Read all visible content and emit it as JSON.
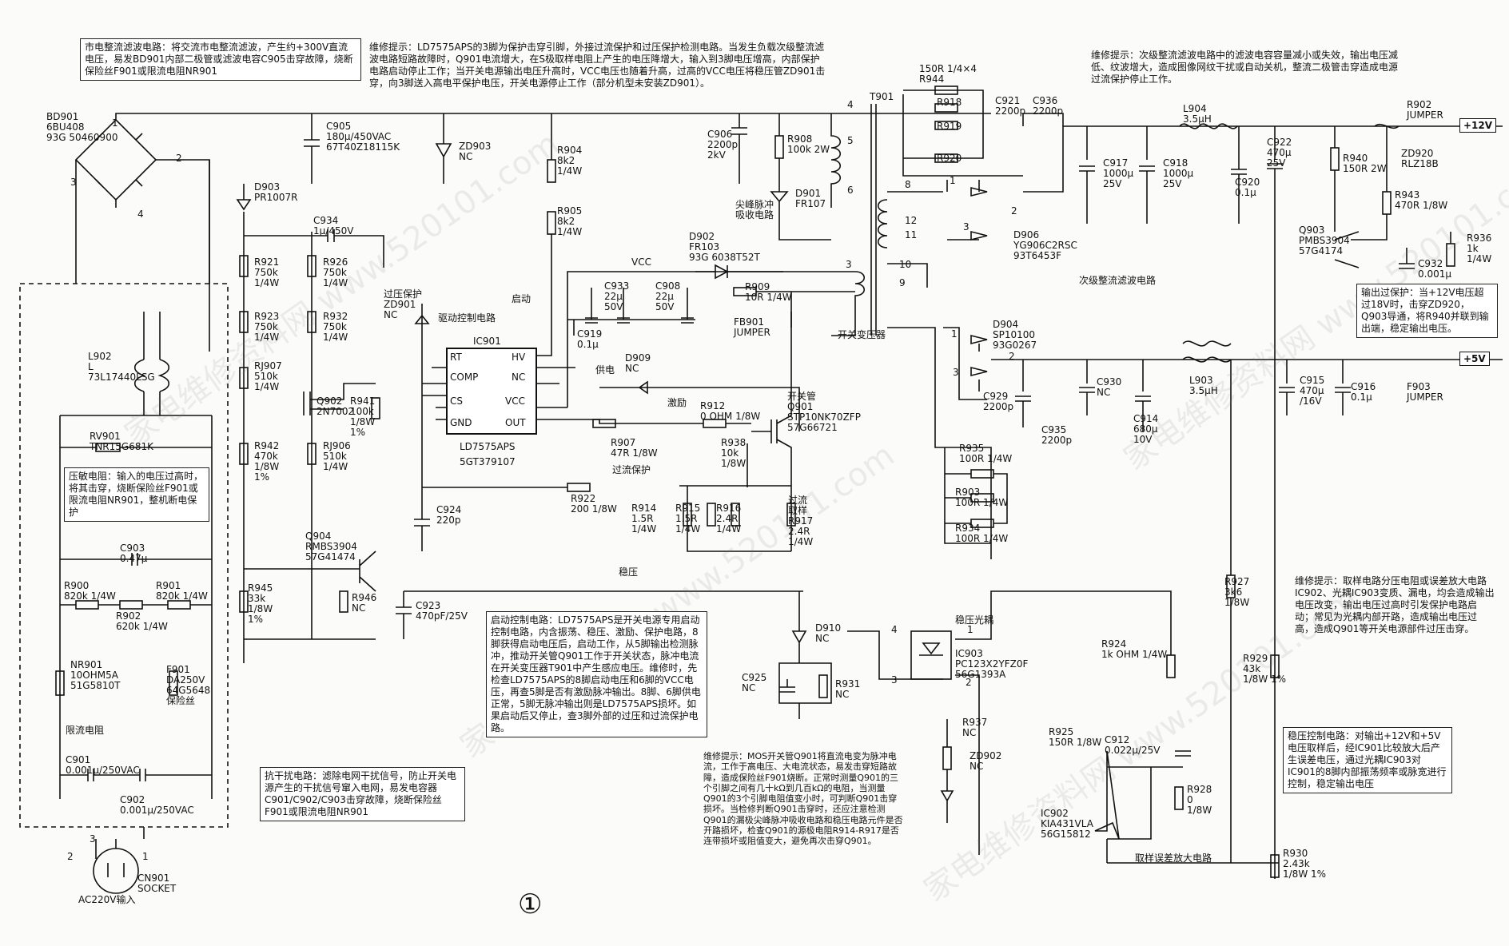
{
  "notes": {
    "mains": "市电整流滤波电路：将交流市电整流滤波，产生约+300V直流电压，易发BD901内部二极管或滤波电容C905击穿故障，烧断保险丝F901或限流电阻NR901",
    "overvolt": "维修提示：LD7575APS的3脚为保护击穿引脚，外接过流保护和过压保护检测电路。当发生负载次级整流滤波电路短路故障时，Q901电流增大，在S极取样电阻上产生的电压降增大，输入到3脚电压增高，内部保护电路启动停止工作；当开关电源输出电压升高时，VCC电压也随着升高，过高的VCC电压将稳压管ZD901击穿，向3脚送入高电平保护电压，开关电源停止工作（部分机型未安装ZD901）。",
    "secondary": "维修提示：次级整流滤波电路中的滤波电容容量减小或失效，输出电压减低、纹波增大，造成图像网纹干扰或自动关机，整流二极管击穿造成电源过流保护停止工作。",
    "varistor": "压敏电阻：输入的电压过高时，将其击穿，烧断保险丝F901或限流电阻NR901，整机断电保护",
    "interference": "抗干扰电路：滤除电网干扰信号，防止开关电源产生的干扰信号窜入电网，易发电容器C901/C902/C903击穿故障，烧断保险丝F901或限流电阻NR901",
    "startup": "启动控制电路：LD7575APS是开关电源专用启动控制电路，内含振荡、稳压、激励、保护电路，8脚获得启动电压后，启动工作，从5脚输出检测脉冲，推动开关管Q901工作于开关状态，脉冲电流在开关变压器T901中产生感应电压。维修时，先检查LD7575APS的8脚启动电压和6脚的VCC电压，再查5脚是否有激励脉冲输出。8脚、6脚供电正常，5脚无脉冲输出则是LD7575APS损坏。如果启动后又停止，查3脚外部的过压和过流保护电路。",
    "mos": "维修提示：MOS开关管Q901将直流电变为脉冲电流，工作于高电压、大电流状态，易发击穿短路故障，造成保险丝F901烧断。正常时测量Q901的三个引脚之间有几十kΩ到几百kΩ的电阻，当测量Q901的3个引脚电阻值变小时，可判断Q901击穿损坏。当检修判断Q901击穿时，还应注意检测Q901的漏极尖峰脉冲吸收电路和稳压电路元件是否开路损坏，检查Q901的源极电阻R914-R917是否连带损坏或阻值变大，避免再次击穿Q901。",
    "sampling": "维修提示：取样电路分压电阻或误差放大电路IC902、光耦IC903变质、漏电，均会造成输出电压改变，输出电压过高时引发保护电路启动；常见为光耦内部开路，造成输出电压过高，造成Q901等开关电源部件过压击穿。",
    "ovp12": "输出过保护：当+12V电压超过18V时，击穿ZD920，Q903导通，将R940并联到输出端，稳定输出电压。",
    "regctrl": "稳压控制电路：对输出+12V和+5V电压取样后，经IC901比较放大后产生误差电压，通过光耦IC903对IC901的8脚内部振荡频率或脉宽进行控制，稳定输出电压"
  },
  "outputs": {
    "v12": "+12V",
    "v5": "+5V"
  },
  "ic901": {
    "name": "IC901",
    "part": "LD7575APS",
    "code": "5GT379107",
    "pins_left": [
      "RT",
      "COMP",
      "CS",
      "GND"
    ],
    "pins_right": [
      "HV",
      "NC",
      "VCC",
      "OUT"
    ]
  },
  "labels": [
    {
      "id": "bd901",
      "t": "BD901\n6BU408\n93G 50460900"
    },
    {
      "id": "c905",
      "t": "C905\n180μ/450VAC\n67T40Z18115K"
    },
    {
      "id": "zd903",
      "t": "ZD903\nNC"
    },
    {
      "id": "d903",
      "t": "D903\nPR1007R"
    },
    {
      "id": "c934",
      "t": "C934\n1μ/450V"
    },
    {
      "id": "r921",
      "t": "R921\n750k\n1/4W"
    },
    {
      "id": "r926",
      "t": "R926\n750k\n1/4W"
    },
    {
      "id": "r923",
      "t": "R923\n750k\n1/4W"
    },
    {
      "id": "r932",
      "t": "R932\n750k\n1/4W"
    },
    {
      "id": "rj907",
      "t": "RJ907\n510k\n1/4W"
    },
    {
      "id": "q902",
      "t": "Q902\n2N7002"
    },
    {
      "id": "r941",
      "t": "R941\n100k\n1/8W\n1%"
    },
    {
      "id": "r942",
      "t": "R942\n470k\n1/8W\n1%"
    },
    {
      "id": "rj906",
      "t": "RJ906\n510k\n1/4W"
    },
    {
      "id": "q904",
      "t": "Q904\nRMBS3904\n57G41474"
    },
    {
      "id": "r945",
      "t": "R945\n33k\n1/8W\n1%"
    },
    {
      "id": "r946",
      "t": "R946\nNC"
    },
    {
      "id": "c923",
      "t": "C923\n470pF/25V"
    },
    {
      "id": "r904",
      "t": "R904\n8k2\n1/4W"
    },
    {
      "id": "r905",
      "t": "R905\n8k2\n1/4W"
    },
    {
      "id": "zd901",
      "t": "过压保护\nZD901\nNC"
    },
    {
      "id": "qudong",
      "t": "驱动控制电路"
    },
    {
      "id": "qidong",
      "t": "启动"
    },
    {
      "id": "c924",
      "t": "C924\n220p"
    },
    {
      "id": "c906",
      "t": "C906\n2200p\n2kV"
    },
    {
      "id": "r908",
      "t": "R908\n100k 2W"
    },
    {
      "id": "d901",
      "t": "D901\nFR107"
    },
    {
      "id": "jianfeng",
      "t": "尖峰脉冲\n吸收电路"
    },
    {
      "id": "d902",
      "t": "D902\nFR103\n93G 6038T52T"
    },
    {
      "id": "vcc",
      "t": "VCC"
    },
    {
      "id": "c933",
      "t": "C933\n22μ\n50V"
    },
    {
      "id": "c908",
      "t": "C908\n22μ\n50V"
    },
    {
      "id": "c919",
      "t": "C919\n0.1μ"
    },
    {
      "id": "r909",
      "t": "R909\n10R 1/4W"
    },
    {
      "id": "fb901",
      "t": "FB901\nJUMPER"
    },
    {
      "id": "gongdian",
      "t": "供电"
    },
    {
      "id": "d909",
      "t": "D909\nNC"
    },
    {
      "id": "jili",
      "t": "激励"
    },
    {
      "id": "r912",
      "t": "R912\n0 OHM 1/8W"
    },
    {
      "id": "r907",
      "t": "R907\n47R 1/8W"
    },
    {
      "id": "q901",
      "t": "开关管\nQ901\nSTP10NK70ZFP\n57G66721"
    },
    {
      "id": "r938",
      "t": "R938\n10k\n1/8W"
    },
    {
      "id": "guoliu",
      "t": "过流保护"
    },
    {
      "id": "r922",
      "t": "R922\n200 1/8W"
    },
    {
      "id": "r914",
      "t": "R914\n1.5R\n1/4W"
    },
    {
      "id": "r915",
      "t": "R915\n1.5R\n1/4W"
    },
    {
      "id": "r916",
      "t": "R916\n2.4R\n1/4W"
    },
    {
      "id": "r917",
      "t": "过流\n取样\nR917\n2.4R\n1/4W"
    },
    {
      "id": "wenya",
      "t": "稳压"
    },
    {
      "id": "t901",
      "t": "T901"
    },
    {
      "id": "kgbyq",
      "t": "开关变压器"
    },
    {
      "id": "r944",
      "t": "150R 1/4×4\nR944"
    },
    {
      "id": "r918",
      "t": "R918"
    },
    {
      "id": "r919",
      "t": "R919"
    },
    {
      "id": "r920",
      "t": "R920"
    },
    {
      "id": "c921",
      "t": "C921\n2200p"
    },
    {
      "id": "c936",
      "t": "C936\n2200p"
    },
    {
      "id": "d906",
      "t": "D906\nYG906C2RSC\n93T6453F"
    },
    {
      "id": "c917",
      "t": "C917\n1000μ\n25V"
    },
    {
      "id": "c918",
      "t": "C918\n1000μ\n25V"
    },
    {
      "id": "l904",
      "t": "L904\n3.5μH"
    },
    {
      "id": "c920",
      "t": "C920\n0.1μ"
    },
    {
      "id": "c922",
      "t": "C922\n470μ\n25V"
    },
    {
      "id": "r940",
      "t": "R940\n150R 2W"
    },
    {
      "id": "zd920",
      "t": "ZD920\nRLZ18B"
    },
    {
      "id": "r902j",
      "t": "R902\nJUMPER"
    },
    {
      "id": "r943",
      "t": "R943\n470R 1/8W"
    },
    {
      "id": "q903",
      "t": "Q903\nPMBS3904\n57G4174"
    },
    {
      "id": "c932",
      "t": "C932\n0.001μ"
    },
    {
      "id": "r936",
      "t": "R936\n1k\n1/4W"
    },
    {
      "id": "cjzl",
      "t": "次级整流滤波电路"
    },
    {
      "id": "d904",
      "t": "D904\nSP10100\n93G0267"
    },
    {
      "id": "c929",
      "t": "C929\n2200p"
    },
    {
      "id": "c930",
      "t": "C930\nNC"
    },
    {
      "id": "c935",
      "t": "C935\n2200p"
    },
    {
      "id": "l903",
      "t": "L903\n3.5μH"
    },
    {
      "id": "c914",
      "t": "C914\n680μ\n10V"
    },
    {
      "id": "c915",
      "t": "C915\n470μ\n/16V"
    },
    {
      "id": "c916",
      "t": "C916\n0.1μ"
    },
    {
      "id": "f903",
      "t": "F903\nJUMPER"
    },
    {
      "id": "r935",
      "t": "R935\n100R 1/4W"
    },
    {
      "id": "r903",
      "t": "R903\n100R 1/4W"
    },
    {
      "id": "r934",
      "t": "R934\n100R 1/4W"
    },
    {
      "id": "wygo",
      "t": "稳压光耦"
    },
    {
      "id": "ic903",
      "t": "IC903\nPC123X2YFZ0F\n56G1393A"
    },
    {
      "id": "r924",
      "t": "R924\n1k OHM 1/4W"
    },
    {
      "id": "r927",
      "t": "R927\n3k6\n1/8W"
    },
    {
      "id": "r929",
      "t": "R929\n43k\n1/8W 1%"
    },
    {
      "id": "d910",
      "t": "D910\nNC"
    },
    {
      "id": "c925",
      "t": "C925\nNC"
    },
    {
      "id": "r931",
      "t": "R931\nNC"
    },
    {
      "id": "r937",
      "t": "R937\nNC"
    },
    {
      "id": "zd902",
      "t": "ZD902\nNC"
    },
    {
      "id": "r925",
      "t": "R925\n150R 1/8W"
    },
    {
      "id": "c912",
      "t": "C912\n0.022μ/25V"
    },
    {
      "id": "r928",
      "t": "R928\n0\n1/8W"
    },
    {
      "id": "ic902",
      "t": "IC902\nKIA431VLA\n56G15812"
    },
    {
      "id": "qywc",
      "t": "取样误差放大电路"
    },
    {
      "id": "r930",
      "t": "R930\n2.43k\n1/8W 1%"
    },
    {
      "id": "l902",
      "t": "L902\nL\n73L17440LSG"
    },
    {
      "id": "rv901",
      "t": "RV901\nTNR15G681K"
    },
    {
      "id": "c903",
      "t": "C903\n0.47μ"
    },
    {
      "id": "r900",
      "t": "R900\n820k 1/4W"
    },
    {
      "id": "r901",
      "t": "R901\n820k 1/4W"
    },
    {
      "id": "r902",
      "t": "R902\n620k 1/4W"
    },
    {
      "id": "nr901",
      "t": "NR901\n10OHM5A\n51G5810T"
    },
    {
      "id": "f901",
      "t": "F901\nDA250V\n64G5648\n保险丝"
    },
    {
      "id": "xldz",
      "t": "限流电阻"
    },
    {
      "id": "c901",
      "t": "C901\n0.001μ/250VAC"
    },
    {
      "id": "c902",
      "t": "C902\n0.001μ/250VAC"
    },
    {
      "id": "cn901",
      "t": "CN901\nSOCKET"
    },
    {
      "id": "ac220",
      "t": "AC220V输入"
    },
    {
      "id": "pin1",
      "t": "1"
    },
    {
      "id": "pin2",
      "t": "2"
    },
    {
      "id": "pin3",
      "t": "3"
    },
    {
      "id": "pin4",
      "t": "4"
    },
    {
      "id": "tn4",
      "t": "4"
    },
    {
      "id": "tn5",
      "t": "5"
    },
    {
      "id": "tn6",
      "t": "6"
    },
    {
      "id": "tn8",
      "t": "8"
    },
    {
      "id": "tn3",
      "t": "3"
    },
    {
      "id": "tn10",
      "t": "10"
    },
    {
      "id": "tn9",
      "t": "9"
    },
    {
      "id": "tn11",
      "t": "11"
    },
    {
      "id": "tn12",
      "t": "12"
    },
    {
      "id": "dn1",
      "t": "1"
    },
    {
      "id": "dn2",
      "t": "2"
    },
    {
      "id": "dn3",
      "t": "3"
    },
    {
      "id": "d4n1",
      "t": "1"
    },
    {
      "id": "d4n2",
      "t": "2"
    },
    {
      "id": "d4n3",
      "t": "3"
    },
    {
      "id": "o4",
      "t": "4"
    },
    {
      "id": "o1",
      "t": "1"
    },
    {
      "id": "o3",
      "t": "3"
    },
    {
      "id": "o2",
      "t": "2"
    },
    {
      "id": "s3",
      "t": "3"
    },
    {
      "id": "s1",
      "t": "1"
    },
    {
      "id": "s2",
      "t": "2"
    }
  ],
  "page_no": "①",
  "watermark": "家电维修资料网  www.520101.com"
}
